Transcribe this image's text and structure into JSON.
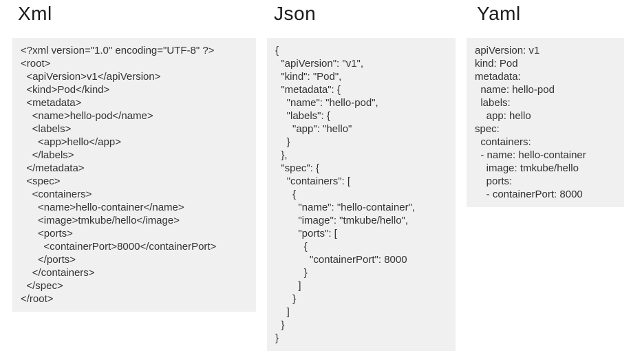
{
  "colors": {
    "panel_bg": "#f0f0f0",
    "code_text": "#333333",
    "title_text": "#1b1b1b",
    "page_bg": "#ffffff"
  },
  "panels": [
    {
      "title": "Xml",
      "language": "xml",
      "code_lines": [
        "<?xml version=\"1.0\" encoding=\"UTF-8\" ?>",
        "<root>",
        "  <apiVersion>v1</apiVersion>",
        "  <kind>Pod</kind>",
        "  <metadata>",
        "    <name>hello-pod</name>",
        "    <labels>",
        "      <app>hello</app>",
        "    </labels>",
        "  </metadata>",
        "  <spec>",
        "    <containers>",
        "      <name>hello-container</name>",
        "      <image>tmkube/hello</image>",
        "      <ports>",
        "        <containerPort>8000</containerPort>",
        "      </ports>",
        "    </containers>",
        "  </spec>",
        "</root>"
      ]
    },
    {
      "title": "Json",
      "language": "json",
      "code_lines": [
        "{",
        "  \"apiVersion\": \"v1\",",
        "  \"kind\": \"Pod\",",
        "  \"metadata\": {",
        "    \"name\": \"hello-pod\",",
        "    \"labels\": {",
        "      \"app\": \"hello\"",
        "    }",
        "  },",
        "  \"spec\": {",
        "    \"containers\": [",
        "      {",
        "        \"name\": \"hello-container\",",
        "        \"image\": \"tmkube/hello\",",
        "        \"ports\": [",
        "          {",
        "            \"containerPort\": 8000",
        "          }",
        "        ]",
        "      }",
        "    ]",
        "  }",
        "}"
      ]
    },
    {
      "title": "Yaml",
      "language": "yaml",
      "code_lines": [
        "apiVersion: v1",
        "kind: Pod",
        "metadata:",
        "  name: hello-pod",
        "  labels:",
        "    app: hello",
        "spec:",
        "  containers:",
        "  - name: hello-container",
        "    image: tmkube/hello",
        "    ports:",
        "    - containerPort: 8000"
      ]
    }
  ]
}
